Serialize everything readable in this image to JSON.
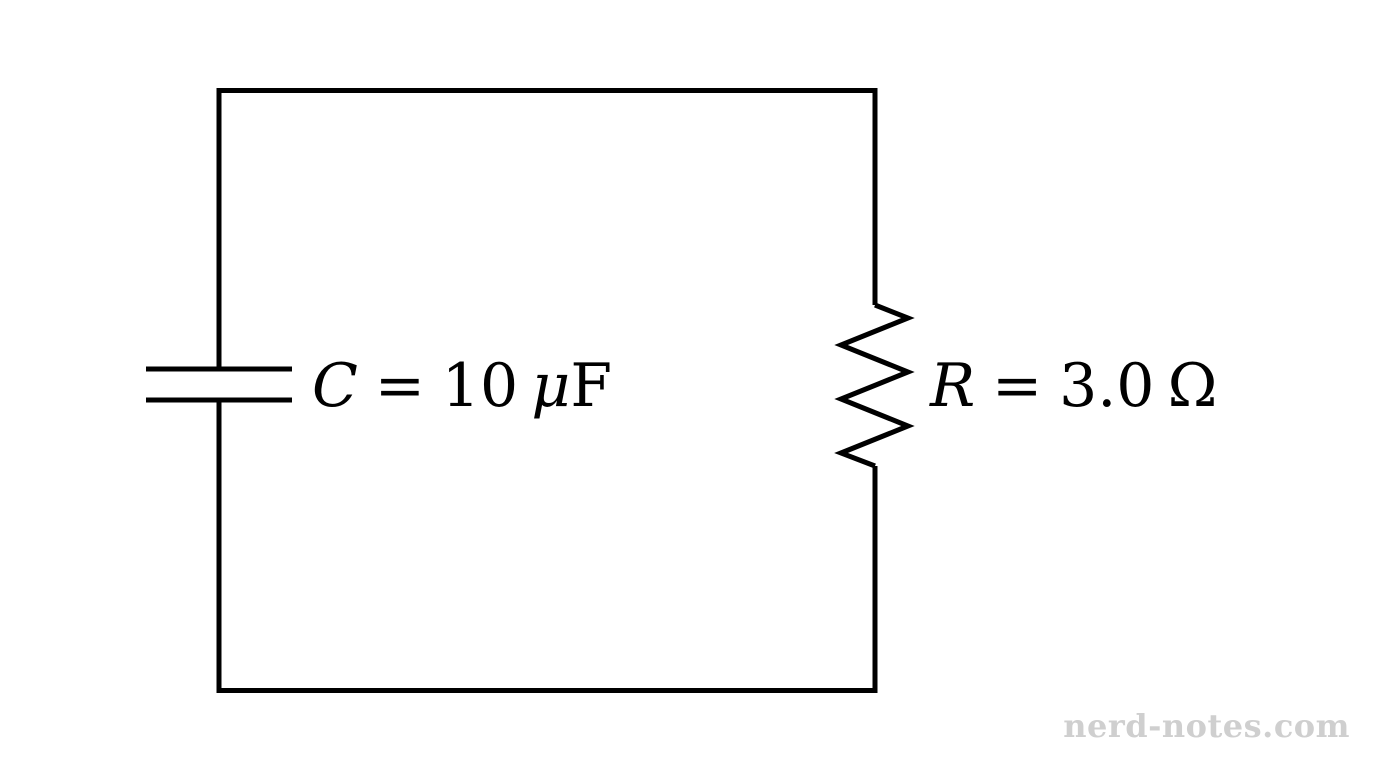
{
  "capacitor": {
    "symbol": "C",
    "equals": "=",
    "value": "10",
    "unit_prefix": "μ",
    "unit": "F"
  },
  "resistor": {
    "symbol": "R",
    "equals": "=",
    "value": "3.0",
    "unit": "Ω"
  },
  "watermark": {
    "text": "nerd-notes.com"
  },
  "colors": {
    "wire": "#000000",
    "text": "#000000",
    "watermark": "#cfcfcf",
    "background": "#ffffff"
  }
}
